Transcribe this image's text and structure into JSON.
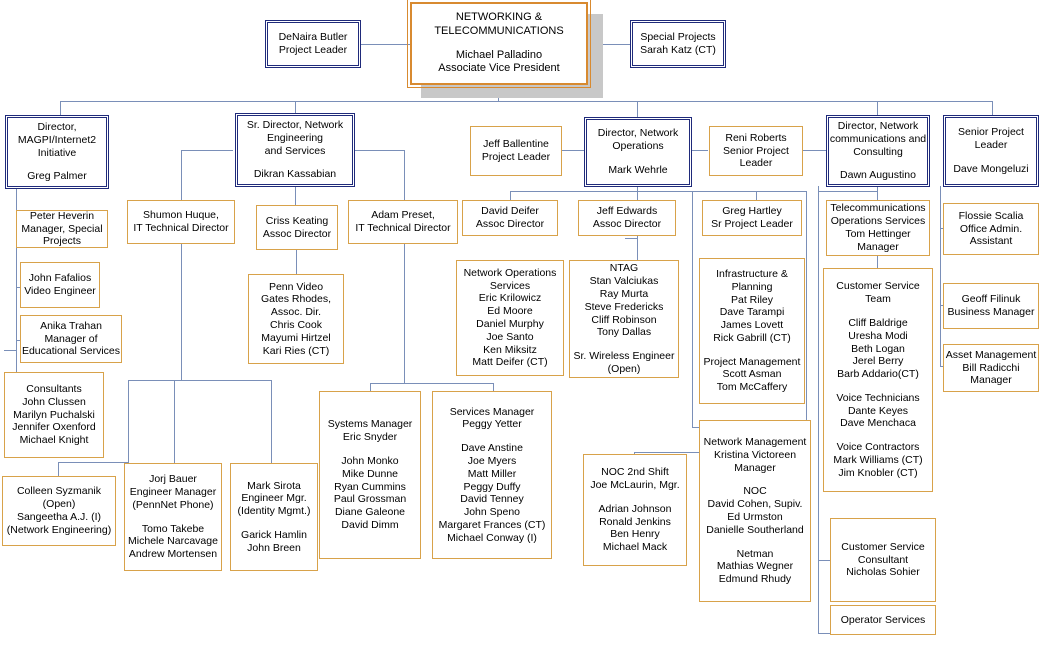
{
  "chart_title": "",
  "nodes": {
    "root": {
      "lines": [
        "NETWORKING &",
        "TELECOMMUNICATIONS",
        "",
        "Michael Palladino",
        "Associate Vice President"
      ]
    },
    "denaira": {
      "lines": [
        "DeNaira Butler",
        "Project Leader"
      ]
    },
    "special": {
      "lines": [
        "Special Projects",
        "Sarah Katz (CT)"
      ]
    },
    "magpi": {
      "lines": [
        "Director,",
        "MAGPI/Internet2",
        "Initiative",
        "",
        "Greg Palmer"
      ]
    },
    "sr_director": {
      "lines": [
        "Sr. Director, Network",
        "Engineering",
        "and Services",
        "",
        "Dikran Kassabian"
      ]
    },
    "ballentine": {
      "lines": [
        "Jeff Ballentine",
        "Project Leader"
      ]
    },
    "netops": {
      "lines": [
        "Director, Network",
        "Operations",
        "",
        "Mark Wehrle"
      ]
    },
    "reni": {
      "lines": [
        "Reni Roberts",
        "Senior Project",
        "Leader"
      ]
    },
    "consulting": {
      "lines": [
        "Director, Network",
        "communications and",
        "Consulting",
        "",
        "Dawn Augustino"
      ]
    },
    "senior_pl": {
      "lines": [
        "Senior Project",
        "Leader",
        "",
        "Dave Mongeluzi"
      ]
    },
    "heverin": {
      "lines": [
        "Peter Heverin",
        "Manager, Special",
        "Projects"
      ]
    },
    "fafalios": {
      "lines": [
        "John Fafalios",
        "Video Engineer"
      ]
    },
    "trahan": {
      "lines": [
        "Anika Trahan",
        "Manager of",
        "Educational Services"
      ]
    },
    "consultants": {
      "lines": [
        "Consultants",
        "John Clussen",
        "Marilyn Puchalski",
        "Jennifer Oxenford",
        "Michael Knight"
      ]
    },
    "huque": {
      "lines": [
        "Shumon Huque,",
        "IT Technical Director"
      ]
    },
    "keating": {
      "lines": [
        "Criss Keating",
        "Assoc Director"
      ]
    },
    "preset": {
      "lines": [
        "Adam Preset,",
        "IT Technical Director"
      ]
    },
    "deifer": {
      "lines": [
        "David Deifer",
        "Assoc Director"
      ]
    },
    "edwards": {
      "lines": [
        "Jeff Edwards",
        "Assoc Director"
      ]
    },
    "hartley": {
      "lines": [
        "Greg Hartley",
        "Sr Project Leader"
      ]
    },
    "telecom_ops": {
      "lines": [
        "Telecommunications",
        "Operations Services",
        "Tom Hettinger",
        "Manager"
      ]
    },
    "scalia": {
      "lines": [
        "Flossie Scalia",
        "Office Admin.",
        "Assistant"
      ]
    },
    "filinuk": {
      "lines": [
        "Geoff Filinuk",
        "Business Manager"
      ]
    },
    "asset": {
      "lines": [
        "Asset Management",
        "Bill Radicchi",
        "Manager"
      ]
    },
    "pennvideo": {
      "lines": [
        "Penn Video",
        "Gates Rhodes,",
        "Assoc. Dir.",
        "Chris Cook",
        "Mayumi Hirtzel",
        "Kari Ries (CT)"
      ]
    },
    "netops_services": {
      "lines": [
        "Network Operations",
        "Services",
        "Eric Krilowicz",
        "Ed Moore",
        "Daniel Murphy",
        "Joe Santo",
        "Ken Miksitz",
        "Matt Deifer (CT)"
      ]
    },
    "ntag": {
      "lines": [
        "NTAG",
        "Stan Valciukas",
        "Ray Murta",
        "Steve Fredericks",
        "Cliff Robinson",
        "Tony Dallas",
        "",
        "Sr. Wireless Engineer",
        "(Open)"
      ]
    },
    "infrastructure": {
      "lines": [
        "Infrastructure &",
        "Planning",
        "Pat Riley",
        "Dave Tarampi",
        "James Lovett",
        "Rick Gabrill (CT)",
        "",
        "Project Management",
        "Scott Asman",
        "Tom McCaffery"
      ]
    },
    "customer_service": {
      "lines": [
        "Customer Service",
        "Team",
        "",
        "Cliff Baldrige",
        "Uresha Modi",
        "Beth Logan",
        "Jerel Berry",
        "Barb Addario(CT)",
        "",
        "Voice Technicians",
        "Dante Keyes",
        "Dave Menchaca",
        "",
        "Voice Contractors",
        "Mark Williams (CT)",
        "Jim Knobler (CT)"
      ]
    },
    "systems_mgr": {
      "lines": [
        "Systems Manager",
        "Eric Snyder",
        "",
        "John Monko",
        "Mike Dunne",
        "Ryan Cummins",
        "Paul Grossman",
        "Diane Galeone",
        "David Dimm"
      ]
    },
    "services_mgr": {
      "lines": [
        "Services Manager",
        "Peggy Yetter",
        "",
        "Dave Anstine",
        "Joe Myers",
        "Matt Miller",
        "Peggy Duffy",
        "David Tenney",
        "John Speno",
        "Margaret Frances (CT)",
        "Michael Conway (I)"
      ]
    },
    "noc2": {
      "lines": [
        "NOC 2nd Shift",
        "Joe McLaurin, Mgr.",
        "",
        "Adrian Johnson",
        "Ronald Jenkins",
        "Ben Henry",
        "Michael Mack"
      ]
    },
    "netmgmt": {
      "lines": [
        "Network Management",
        "Kristina Victoreen",
        "Manager",
        "",
        "NOC",
        "David Cohen, Supiv.",
        "Ed Urmston",
        "Danielle Southerland",
        "",
        "Netman",
        "Mathias Wegner",
        "Edmund Rhudy"
      ]
    },
    "cs_consultant": {
      "lines": [
        "Customer Service",
        "Consultant",
        "Nicholas Sohier"
      ]
    },
    "operator": {
      "lines": [
        "Operator Services"
      ]
    },
    "szymanik": {
      "lines": [
        "Colleen  Syzmanik",
        "(Open)",
        "Sangeetha A.J. (I)",
        "(Network Engineering)"
      ]
    },
    "bauer": {
      "lines": [
        "Jorj Bauer",
        "Engineer Manager",
        "(PennNet Phone)",
        "",
        "Tomo Takebe",
        "Michele Narcavage",
        "Andrew Mortensen"
      ]
    },
    "sirota": {
      "lines": [
        "Mark Sirota",
        "Engineer Mgr.",
        "(Identity Mgmt.)",
        "",
        "Garick  Hamlin",
        "John Breen"
      ]
    }
  }
}
